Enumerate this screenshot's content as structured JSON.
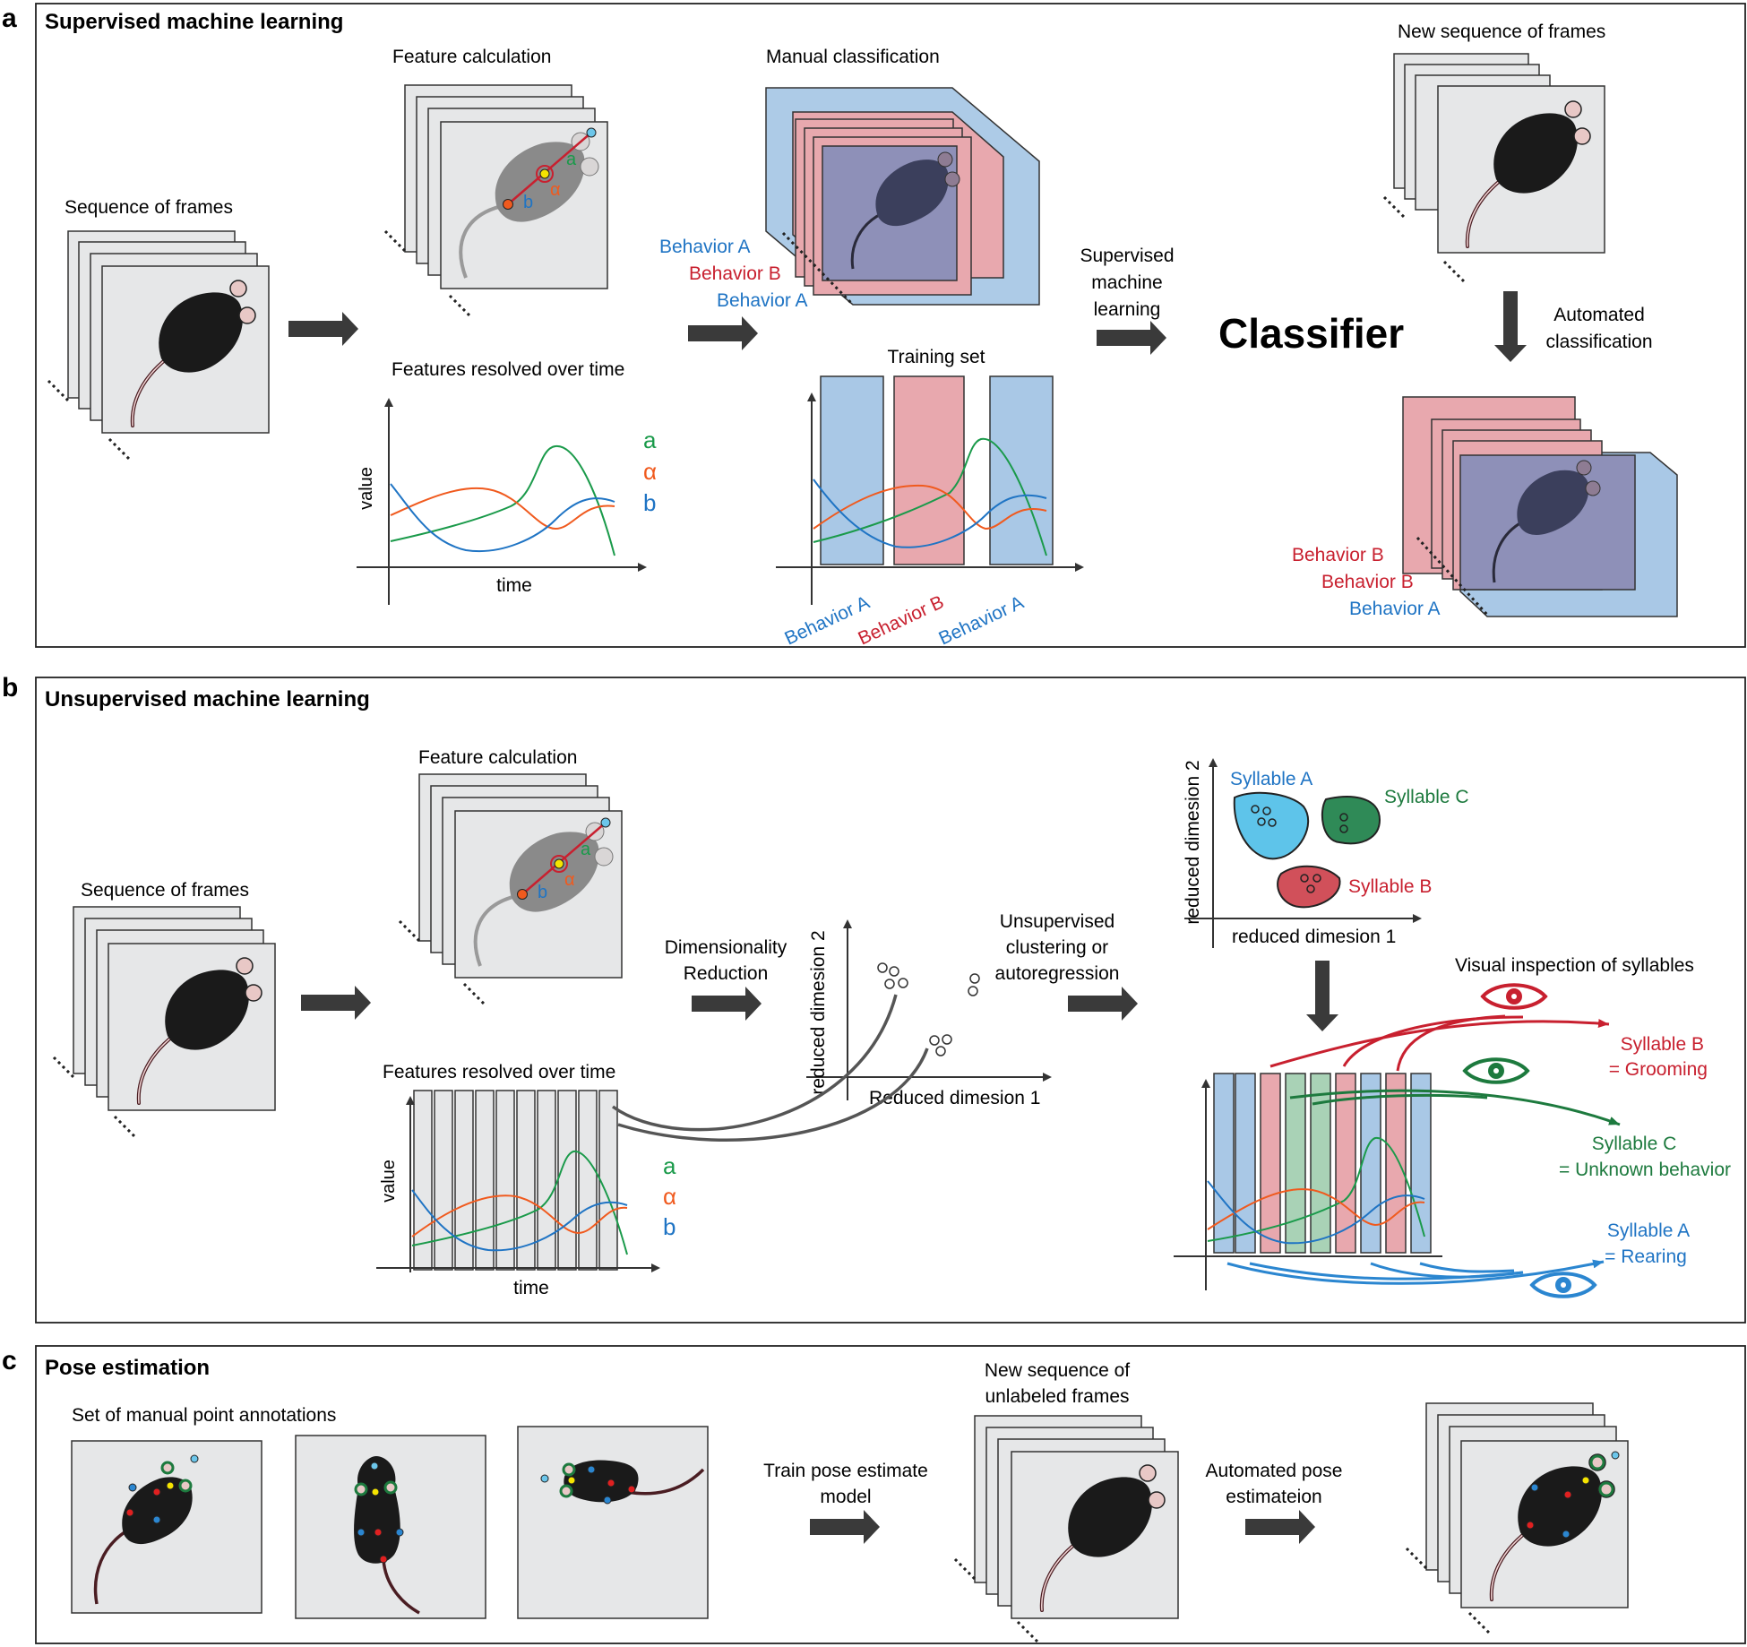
{
  "panel_a": {
    "letter": "a",
    "title": "Supervised machine learning",
    "sequence_label": "Sequence of frames",
    "feature_calc_label": "Feature calculation",
    "features_over_time_label": "Features resolved over time",
    "value_axis": "value",
    "time_axis": "time",
    "feature_a": "a",
    "feature_alpha": "α",
    "feature_b": "b",
    "manual_classification_label": "Manual classification",
    "behavior_a": "Behavior A",
    "behavior_b": "Behavior B",
    "training_set_label": "Training set",
    "supervised_ml_line1": "Supervised",
    "supervised_ml_line2": "machine",
    "supervised_ml_line3": "learning",
    "classifier": "Classifier",
    "new_sequence_label": "New sequence of frames",
    "automated_line1": "Automated",
    "automated_line2": "classification"
  },
  "panel_b": {
    "letter": "b",
    "title": "Unsupervised machine learning",
    "sequence_label": "Sequence of frames",
    "feature_calc_label": "Feature calculation",
    "features_over_time_label": "Features resolved over time",
    "value_axis": "value",
    "time_axis": "time",
    "feature_a": "a",
    "feature_alpha": "α",
    "feature_b": "b",
    "dim_red_line1": "Dimensionality",
    "dim_red_line2": "Reduction",
    "reduced_dim_1_upper": "Reduced dimesion 1",
    "reduced_dim_2": "reduced dimesion 2",
    "reduced_dim_1": "reduced dimesion 1",
    "cluster_line1": "Unsupervised",
    "cluster_line2": "clustering or",
    "cluster_line3": "autoregression",
    "syllable_a": "Syllable A",
    "syllable_b": "Syllable B",
    "syllable_c": "Syllable C",
    "visual_inspection": "Visual inspection of syllables",
    "grooming": "= Grooming",
    "unknown": "= Unknown behavior",
    "rearing": "= Rearing"
  },
  "panel_c": {
    "letter": "c",
    "title": "Pose estimation",
    "manual_points_label": "Set of manual point annotations",
    "train_line1": "Train pose estimate",
    "train_line2": "model",
    "new_unlabeled_line1": "New sequence of",
    "new_unlabeled_line2": "unlabeled frames",
    "auto_pose_line1": "Automated pose",
    "auto_pose_line2": "estimateion"
  },
  "colors": {
    "behavior_a_blue": "#1f74c4",
    "behavior_b_red": "#c8202f",
    "syllable_c_green": "#1d7a3e",
    "feature_green": "#1a9a4a",
    "feature_orange": "#f05a1e",
    "feature_blue": "#1f74c4",
    "panel_blue_fill": "#a9c8e6",
    "panel_red_fill": "#e8a8ae",
    "panel_green_fill": "#a9d2b6",
    "frame_grey": "#e6e7e8"
  }
}
